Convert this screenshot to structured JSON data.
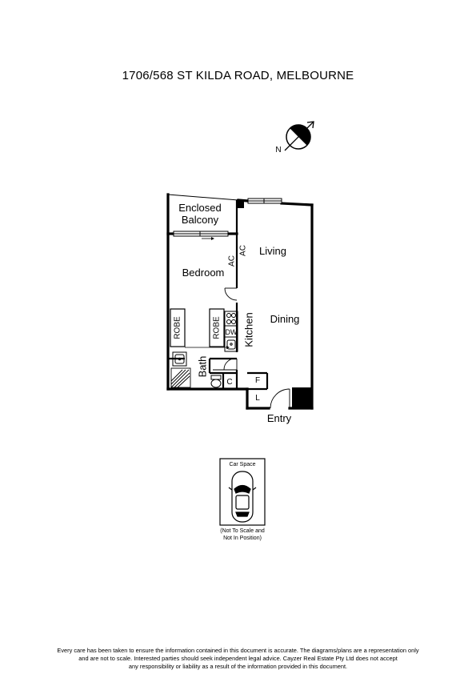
{
  "title": "1706/568 ST KILDA ROAD, MELBOURNE",
  "compass": {
    "label": "N"
  },
  "rooms": {
    "balcony": [
      "Enclosed",
      "Balcony"
    ],
    "bedroom": "Bedroom",
    "living": "Living",
    "dining": "Dining",
    "kitchen": "Kitchen",
    "bath": "Bath",
    "entry": "Entry",
    "robe_left": "ROBE",
    "robe_right": "ROBE",
    "ac_bedroom": "AC",
    "ac_living": "AC",
    "dw": "DW",
    "c": "C",
    "f": "F",
    "l": "L"
  },
  "car_space": {
    "label": "Car Space",
    "note": [
      "(Not To Scale and",
      "Not In Position)"
    ]
  },
  "disclaimer": [
    "Every care has been taken to ensure the information contained in this document is accurate. The diagrams/plans are a representation only",
    "and are not to scale. Interested parties should seek independent legal advice. Cayzer Real Estate Pty Ltd does not accept",
    "any responsibility or liability as a result of the information provided in this document."
  ]
}
